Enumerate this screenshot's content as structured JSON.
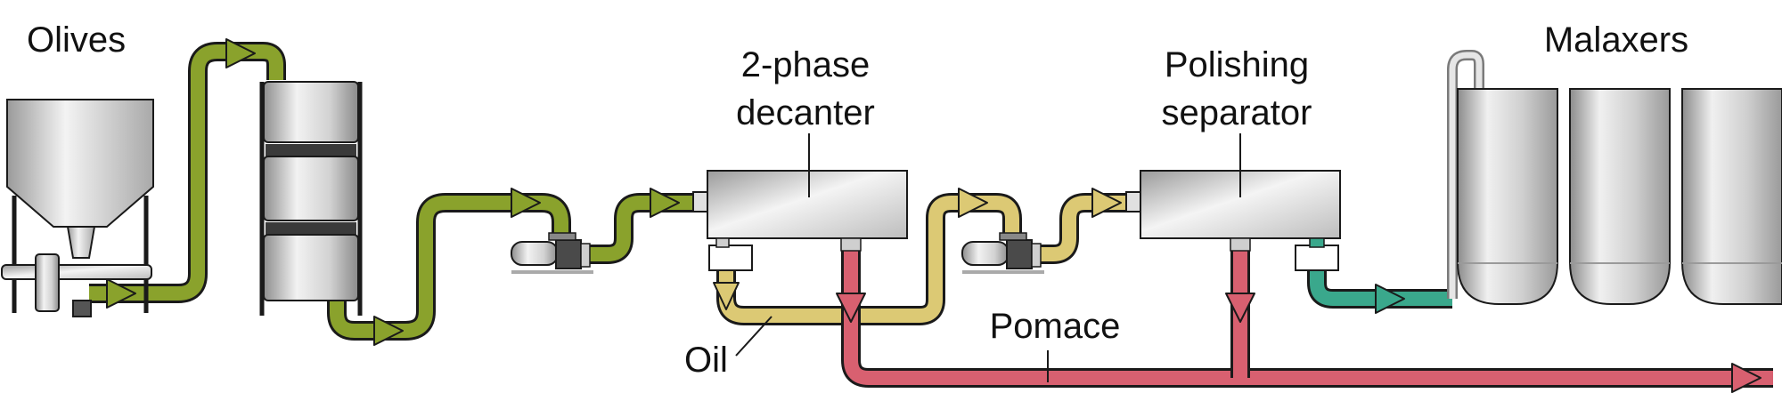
{
  "labels": {
    "olives": "Olives",
    "decanter_line1": "2-phase",
    "decanter_line2": "decanter",
    "separator_line1": "Polishing",
    "separator_line2": "separator",
    "malaxers": "Malaxers",
    "oil": "Oil",
    "pomace": "Pomace"
  },
  "colors": {
    "olive_paste_line": "#8aa22c",
    "oil_line": "#dcc974",
    "pomace_line": "#d86070",
    "polished_oil_line": "#3aa88c",
    "return_line": "#cfcfcf",
    "outline": "#1a1a1a"
  }
}
